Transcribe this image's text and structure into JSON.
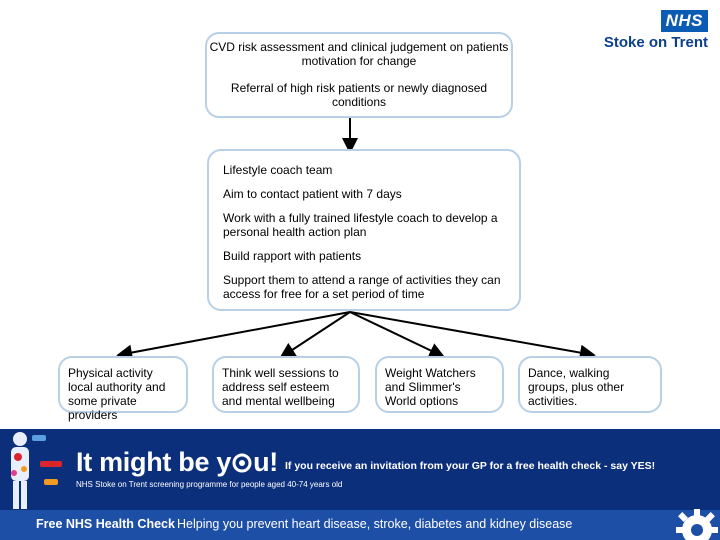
{
  "logo": {
    "badge": "NHS",
    "org": "Stoke on Trent"
  },
  "flow": {
    "top": {
      "line1": "CVD risk assessment and clinical judgement on patients motivation for change",
      "line2": "Referral of high risk patients or newly diagnosed conditions"
    },
    "middle": [
      "Lifestyle coach team",
      "Aim to contact patient with 7 days",
      "Work with a fully trained lifestyle coach to develop a personal health action plan",
      "Build rapport with patients",
      "Support them to attend a range of activities they can access for free for a set period of time"
    ],
    "options": [
      "Physical activity local authority and some private providers",
      "Think well sessions to address self esteem and mental wellbeing",
      "Weight Watchers and Slimmer's World options",
      "Dance, walking groups, plus other activities."
    ]
  },
  "banner": {
    "headline_a": "It might be y",
    "headline_b": "u!",
    "invite": "If you receive an invitation from your GP for a free health check - say YES!",
    "screening": "NHS Stoke on Trent screening programme for people aged 40-74 years old",
    "free": "Free NHS Health Check",
    "helping": "Helping you prevent heart disease, stroke, diabetes and kidney disease"
  },
  "colors": {
    "nhs_blue": "#0b5ab4",
    "box_border": "#b8d0e6",
    "banner_bg": "#0c2f7c",
    "banner_strip": "#1e4fa6"
  }
}
